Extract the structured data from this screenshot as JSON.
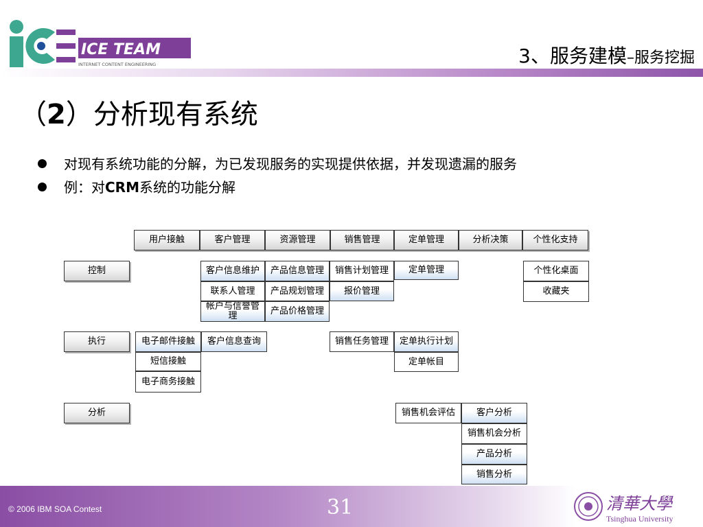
{
  "header": {
    "logo_text": "ICE TEAM",
    "logo_sub": "INTERNET CONTENT ENGINEERING",
    "title_main": "3、服务建模",
    "title_sep": "–",
    "title_sub": "服务挖掘",
    "accent": "#8e55a9"
  },
  "slide": {
    "title_open": "（",
    "title_num": "2",
    "title_rest": "）分析现有系统",
    "bullets": [
      {
        "text": "对现有系统功能的分解，为已发现服务的实现提供依据，并发现遗漏的服务"
      },
      {
        "prefix": "例：对",
        "bold": "CRM",
        "suffix": "系统的功能分解"
      }
    ]
  },
  "diagram": {
    "columns": [
      "用户接触",
      "客户管理",
      "资源管理",
      "销售管理",
      "定单管理",
      "分析决策",
      "个性化支持"
    ],
    "rows": [
      "控制",
      "执行",
      "分析"
    ],
    "cells": {
      "c1": "客户信息维护",
      "c2": "联系人管理",
      "c3": "帐户与信誉管理",
      "c4": "产品信息管理",
      "c5": "产品规划管理",
      "c6": "产品价格管理",
      "c7": "销售计划管理",
      "c8": "报价管理",
      "c9": "定单管理",
      "c10": "个性化桌面",
      "c11": "收藏夹",
      "e1": "电子邮件接触",
      "e2": "短信接触",
      "e3": "电子商务接触",
      "e4": "客户信息查询",
      "e5": "销售任务管理",
      "e6": "定单执行计划",
      "e7": "定单帐目",
      "a1": "销售机会评估",
      "a2": "客户分析",
      "a3": "销售机会分析",
      "a4": "产品分析",
      "a5": "销售分析"
    }
  },
  "footer": {
    "copyright": "© 2006 IBM SOA Contest",
    "page": "31",
    "university_cn": "清華大學",
    "university_en": "Tsinghua University"
  }
}
